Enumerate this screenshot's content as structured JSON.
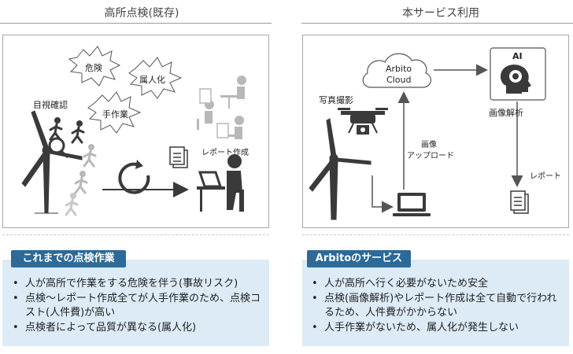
{
  "left": {
    "title": "高所点検(既存)",
    "labels": {
      "danger": "危険",
      "person_dependent": "属人化",
      "manual": "手作業",
      "visual_check": "目視確認",
      "report": "レポート作成"
    },
    "banner": "これまでの点検作業",
    "bullets": [
      "人が高所で作業をする危険を伴う(事故リスク)",
      "点検～レポート作成全てが人手作業のため、点検コスト(人件費)が高い",
      "点検者によって品質が異なる(属人化)"
    ]
  },
  "right": {
    "title": "本サービス利用",
    "labels": {
      "cloud_line1": "Arbito",
      "cloud_line2": "Cloud",
      "ai": "AI",
      "photo": "写真撮影",
      "upload_line1": "画像",
      "upload_line2": "アップロード",
      "analysis": "画像解析",
      "report": "レポート"
    },
    "banner": "Arbitoのサービス",
    "bullets": [
      "人が高所へ行く必要がないため安全",
      "点検(画像解析)やレポート作成は全て自動で行われるため、人件費がかからない",
      "人手作業がないため、属人化が発生しない"
    ]
  },
  "colors": {
    "banner": "#2b6a99",
    "info_bg": "#dcebf6",
    "icon": "#3a3a3a",
    "icon_light": "#b8b8b8"
  }
}
